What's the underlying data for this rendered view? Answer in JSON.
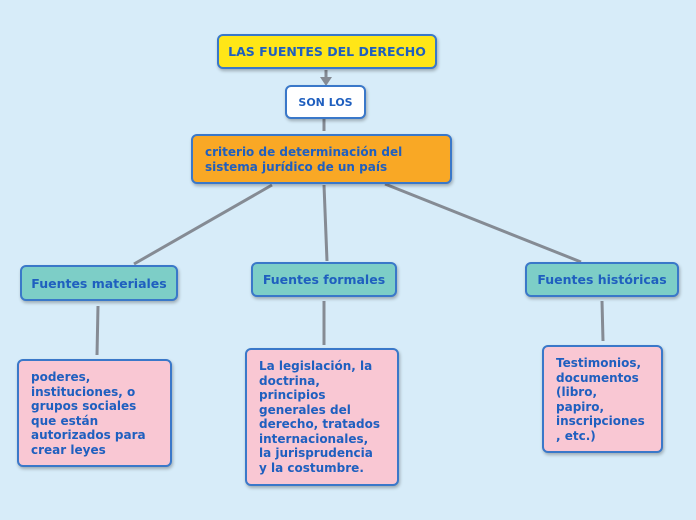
{
  "title": "LAS FUENTES DEL DERECHO",
  "link_label": "SON LOS",
  "central_node": "criterio de determinación del sistema jurídico de un país",
  "categories": [
    {
      "label": "Fuentes materiales",
      "detail": "poderes,\ninstituciones, o\ngrupos sociales\nque están\nautorizados para\ncrear leyes"
    },
    {
      "label": "Fuentes formales",
      "detail": "La legislación, la\ndoctrina,\nprincipios\ngenerales del\nderecho, tratados\ninternacionales,\nla jurisprudencia\ny la costumbre."
    },
    {
      "label": "Fuentes históricas",
      "detail": "Testimonios,\ndocumentos\n(libro,\npapiro,\ninscripciones\n, etc.)"
    }
  ],
  "colors": {
    "background": "#d7ecf9",
    "title_fill": "#ffe617",
    "central_fill": "#f9a825",
    "category_fill": "#7dcec7",
    "detail_fill": "#f9c7d3",
    "text": "#1f5fbf",
    "border": "#3a78c9",
    "connector": "#858b94"
  }
}
